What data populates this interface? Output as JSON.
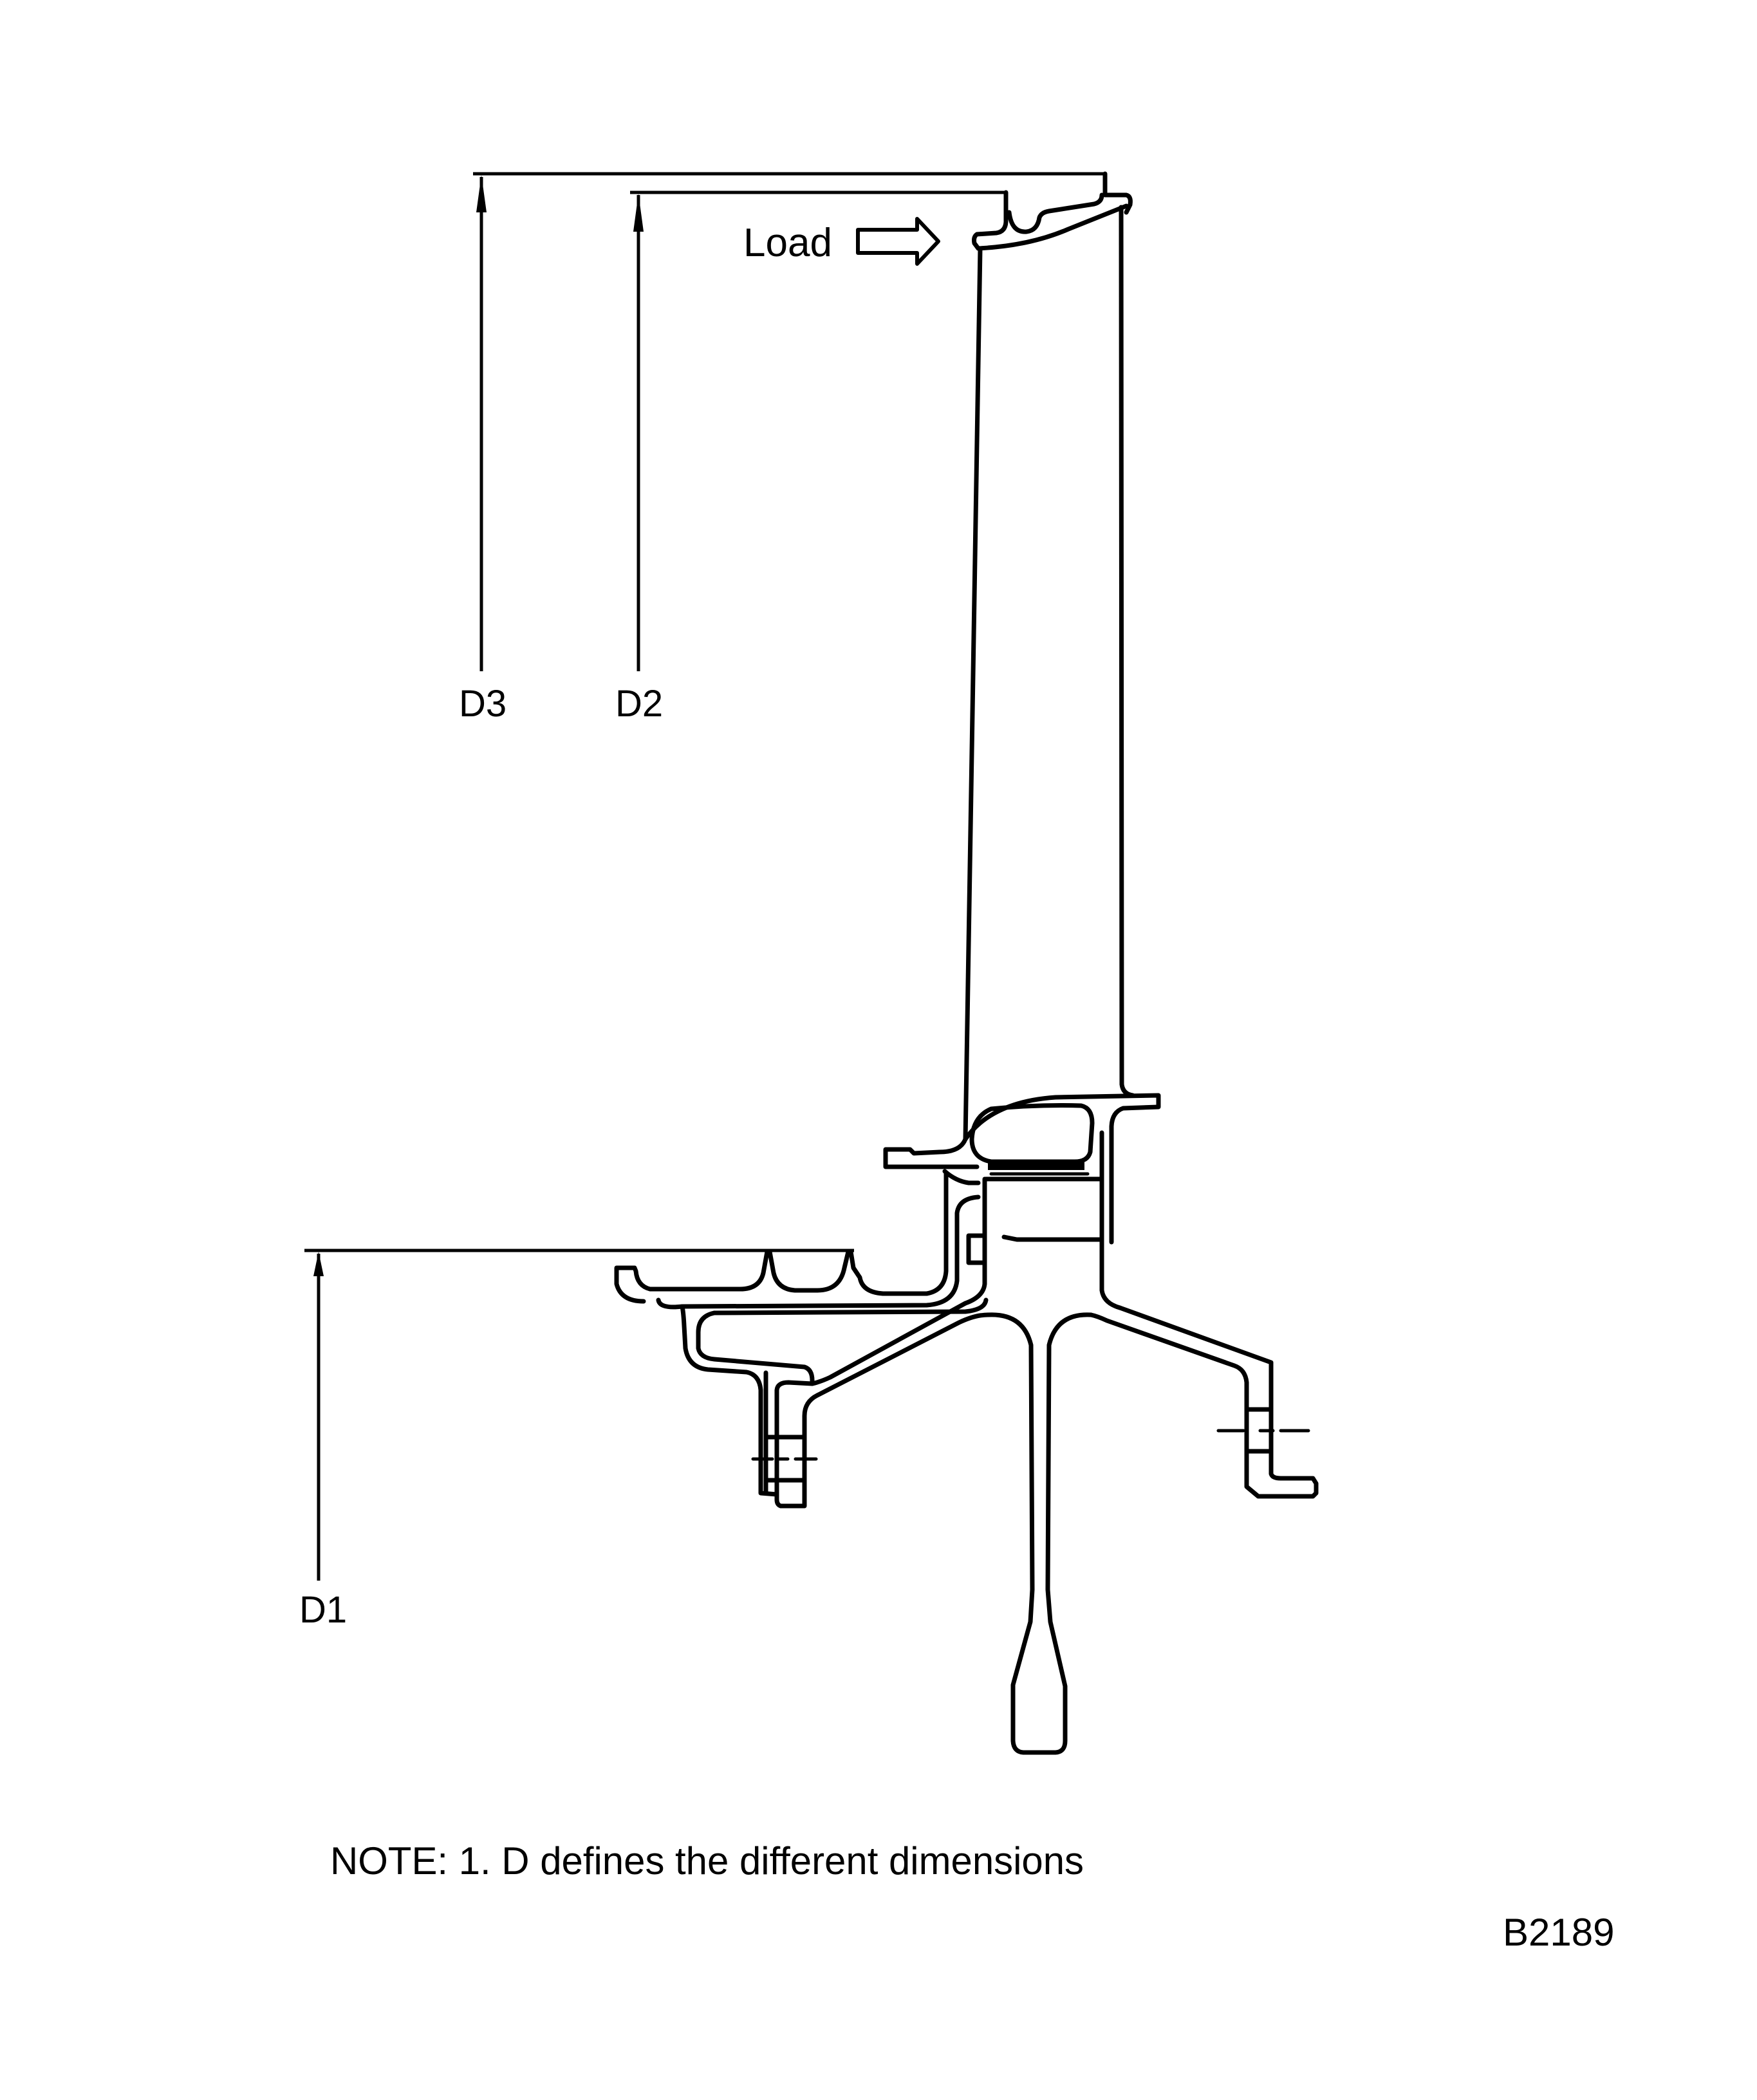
{
  "figure": {
    "id": "B2189",
    "type": "engineering cross-section drawing (turbine blade, platform, disk and seal)",
    "colors": {
      "ink": "#000000",
      "background": "#ffffff"
    }
  },
  "labels": {
    "load": "Load",
    "d1": "D1",
    "d2": "D2",
    "d3": "D3"
  },
  "annotations": {
    "load_arrow_icon": "hollow-right-arrow",
    "dimension_arrows": [
      "D3",
      "D2",
      "D1"
    ]
  },
  "note": "NOTE: 1. D defines the different dimensions",
  "figure_number": "B2189"
}
